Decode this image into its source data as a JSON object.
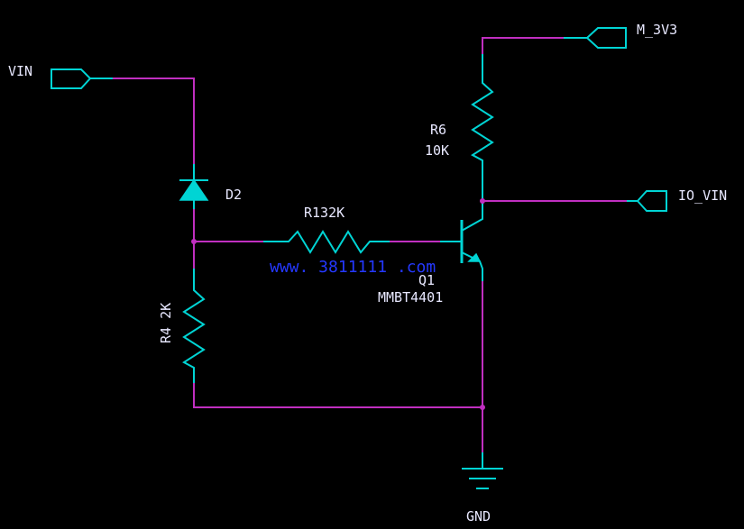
{
  "ports": {
    "vin": "VIN",
    "m3v3": "M_3V3",
    "io_vin": "IO_VIN",
    "gnd": "GND"
  },
  "components": {
    "d2": {
      "ref": "D2"
    },
    "r1": {
      "label": "R132K"
    },
    "r4": {
      "label": "R4 2K"
    },
    "r6": {
      "ref": "R6",
      "value": "10K"
    },
    "q1": {
      "ref": "Q1",
      "part": "MMBT4401"
    }
  },
  "watermark": "www. 3811111 .com"
}
